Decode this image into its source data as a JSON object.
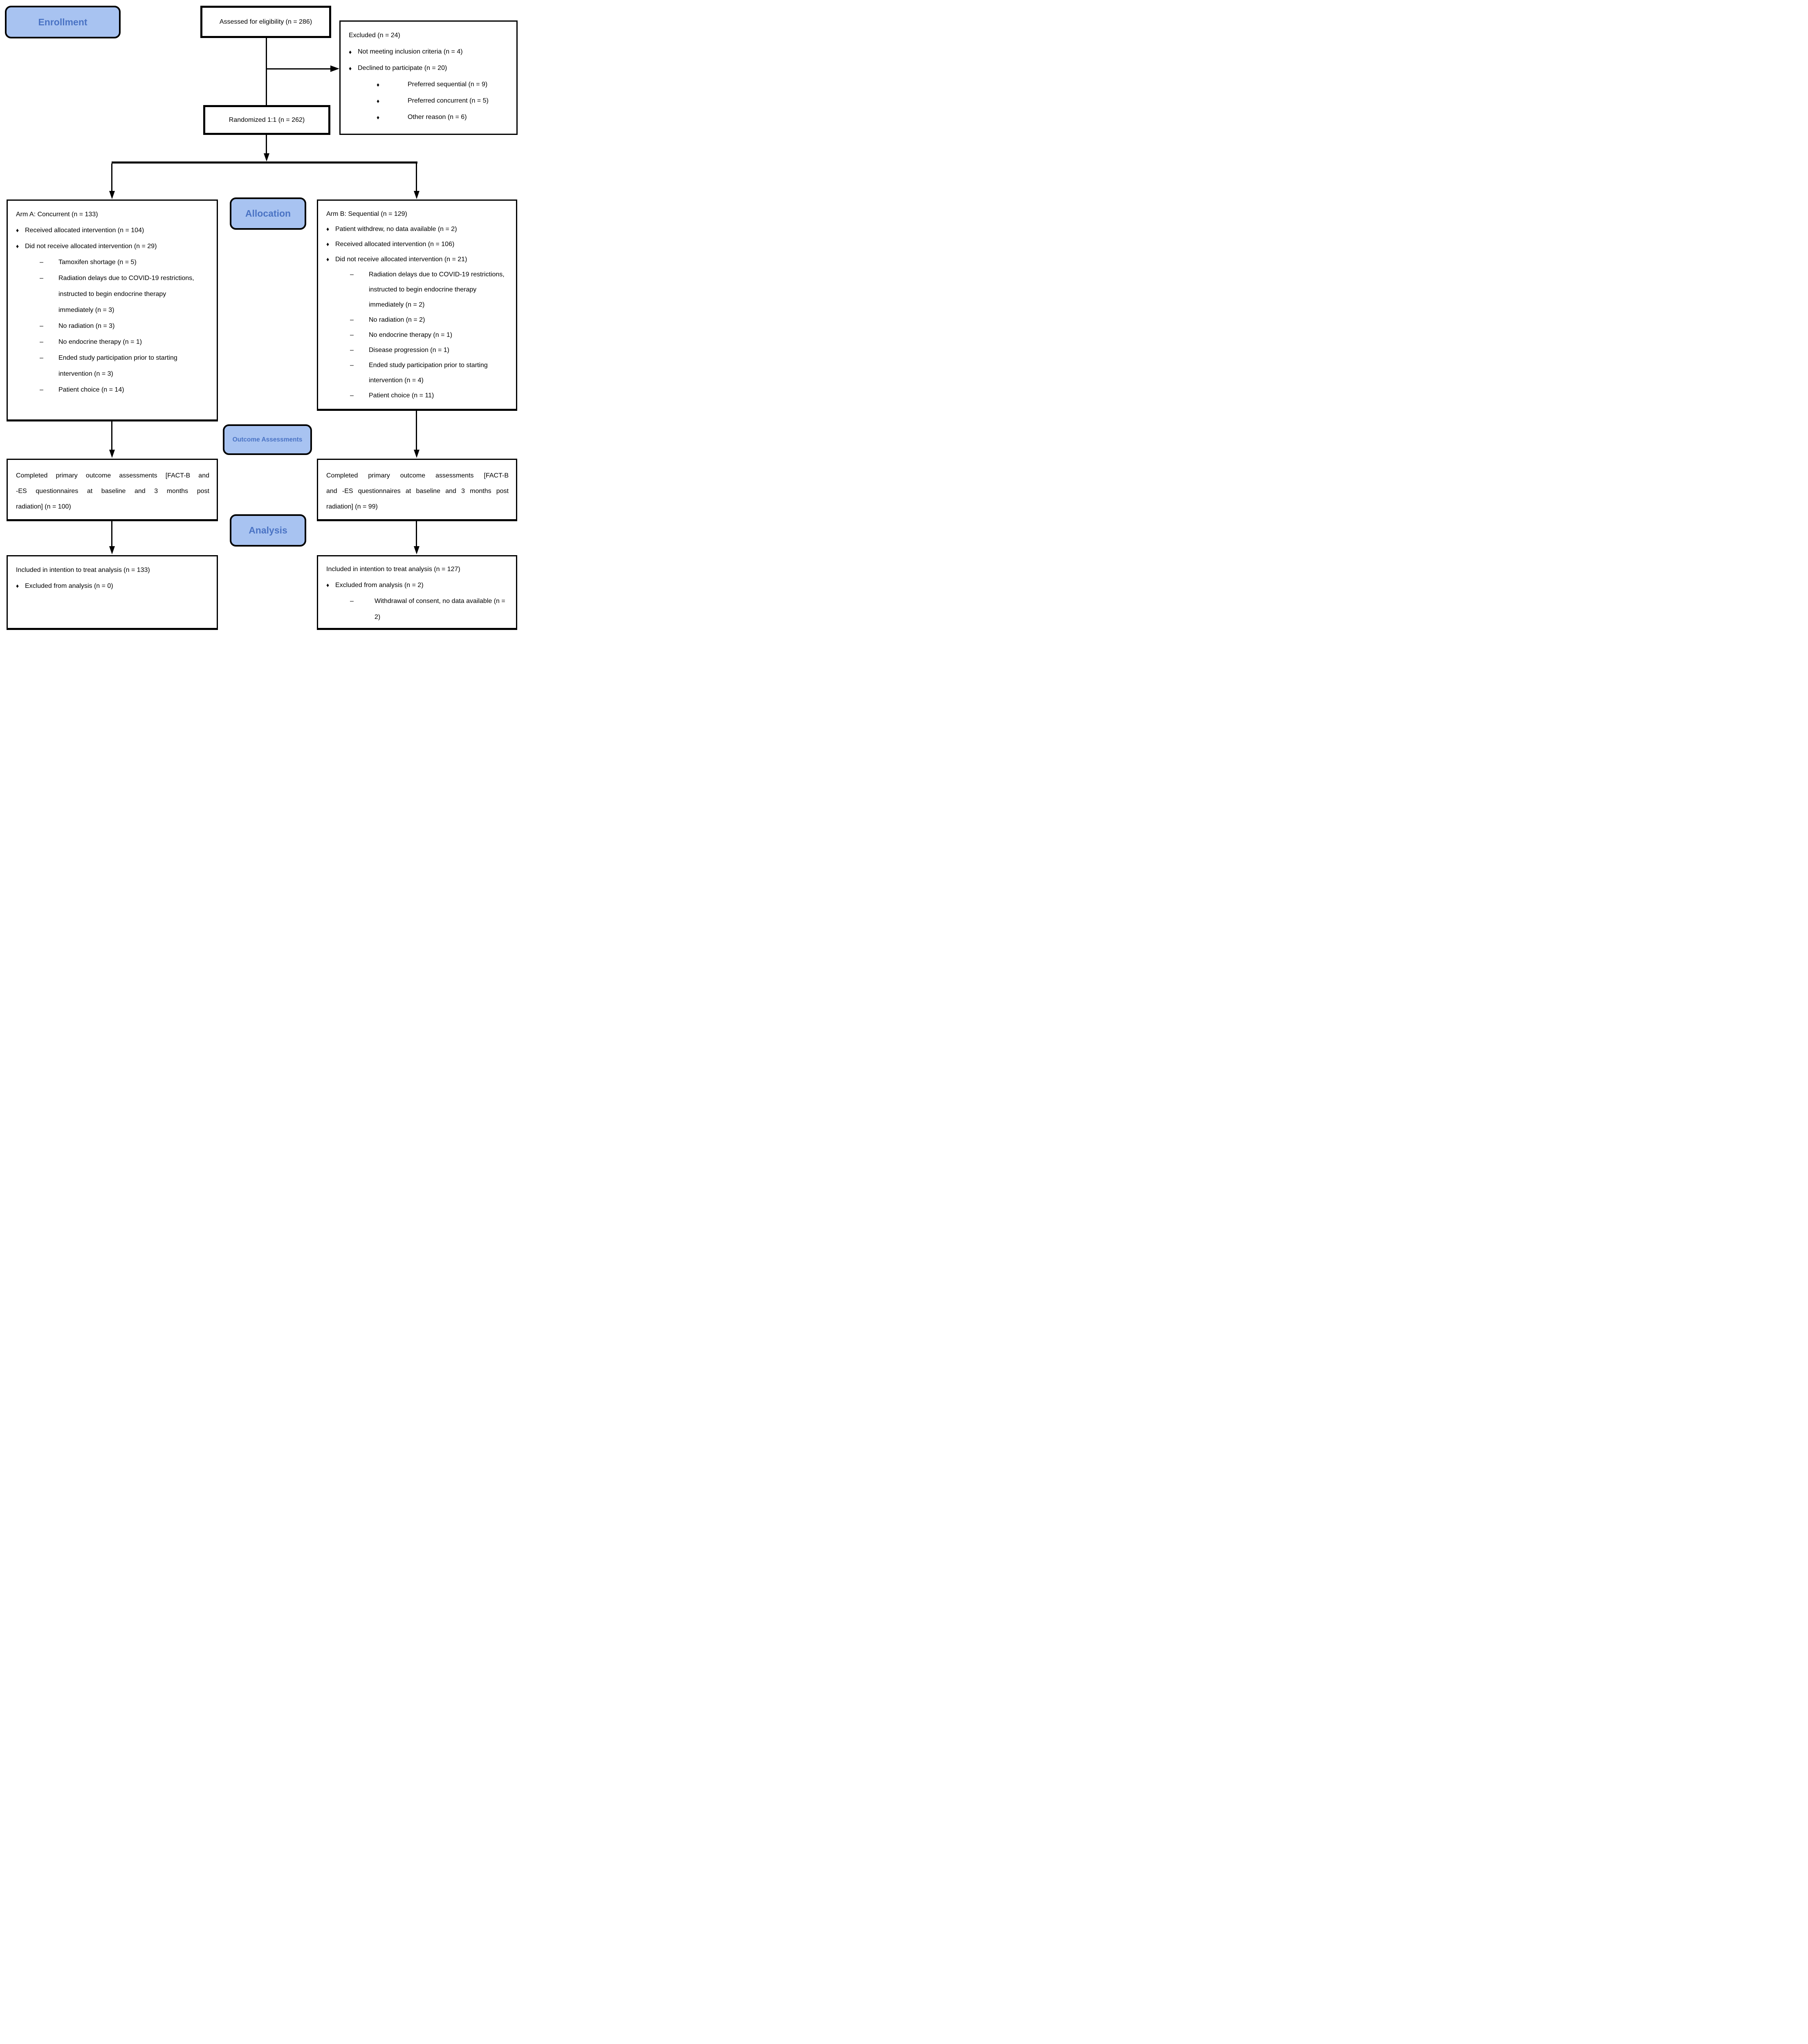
{
  "diagram": {
    "colors": {
      "stage_fill": "#a8c3f1",
      "stage_text": "#4a73c4",
      "box_fill": "#ffffff",
      "box_border": "#000000"
    },
    "stages": {
      "enrollment": "Enrollment",
      "allocation": "Allocation",
      "outcome_assessments": "Outcome Assessments",
      "analysis": "Analysis"
    },
    "assessed": {
      "text": "Assessed for eligibility (n = 286)"
    },
    "randomized": {
      "text": "Randomized 1:1 (n = 262)"
    },
    "excluded": {
      "title": "Excluded (n = 24)",
      "items": [
        {
          "level": 1,
          "bullet": "♦",
          "text": "Not meeting inclusion criteria (n = 4)"
        },
        {
          "level": 1,
          "bullet": "♦",
          "text": "Declined to participate (n = 20)"
        },
        {
          "level": 2,
          "bullet": "♦",
          "text": "Preferred sequential (n = 9)"
        },
        {
          "level": 2,
          "bullet": "♦",
          "text": "Preferred concurrent (n = 5)"
        },
        {
          "level": 2,
          "bullet": "♦",
          "text": "Other reason (n = 6)"
        }
      ]
    },
    "arm_a": {
      "title": "Arm A: Concurrent (n = 133)",
      "items": [
        {
          "level": 1,
          "bullet": "♦",
          "text": "Received allocated intervention (n = 104)"
        },
        {
          "level": 1,
          "bullet": "♦",
          "text": "Did not receive allocated intervention (n = 29)"
        },
        {
          "level": 2,
          "bullet": "–",
          "text": "Tamoxifen shortage (n = 5)"
        },
        {
          "level": 2,
          "bullet": "–",
          "text": "Radiation delays due to COVID-19 restrictions, instructed to begin endocrine therapy immediately (n = 3)"
        },
        {
          "level": 2,
          "bullet": "–",
          "text": "No radiation (n = 3)"
        },
        {
          "level": 2,
          "bullet": "–",
          "text": "No endocrine therapy (n = 1)"
        },
        {
          "level": 2,
          "bullet": "–",
          "text": "Ended study participation prior to starting intervention (n = 3)"
        },
        {
          "level": 2,
          "bullet": "–",
          "text": "Patient choice (n = 14)"
        }
      ]
    },
    "arm_b": {
      "title": "Arm B: Sequential (n = 129)",
      "items": [
        {
          "level": 1,
          "bullet": "♦",
          "text": "Patient withdrew, no data available (n = 2)"
        },
        {
          "level": 1,
          "bullet": "♦",
          "text": "Received allocated intervention (n = 106)"
        },
        {
          "level": 1,
          "bullet": "♦",
          "text": "Did not receive allocated intervention (n = 21)"
        },
        {
          "level": 2,
          "bullet": "–",
          "text": "Radiation delays due to COVID-19 restrictions, instructed to begin endocrine therapy immediately (n = 2)"
        },
        {
          "level": 2,
          "bullet": "–",
          "text": "No radiation (n = 2)"
        },
        {
          "level": 2,
          "bullet": "–",
          "text": "No endocrine therapy (n = 1)"
        },
        {
          "level": 2,
          "bullet": "–",
          "text": "Disease progression (n = 1)"
        },
        {
          "level": 2,
          "bullet": "–",
          "text": "Ended study participation prior to starting intervention (n = 4)"
        },
        {
          "level": 2,
          "bullet": "–",
          "text": "Patient choice (n = 11)"
        }
      ]
    },
    "outcome_a": {
      "lines": [
        "Completed primary outcome assessments [FACT-B and",
        "-ES questionnaires at baseline and 3 months post",
        "radiation] (n = 100)"
      ]
    },
    "outcome_b": {
      "lines": [
        "Completed primary outcome assessments [FACT-B",
        "and -ES questionnaires at baseline and 3 months post",
        "radiation] (n = 99)"
      ]
    },
    "analysis_a": {
      "title": "Included in intention to treat analysis (n = 133)",
      "items": [
        {
          "level": 1,
          "bullet": "♦",
          "text": "Excluded from analysis (n = 0)"
        }
      ]
    },
    "analysis_b": {
      "title": "Included in intention to treat analysis (n = 127)",
      "items": [
        {
          "level": 1,
          "bullet": "♦",
          "text": "Excluded from analysis (n = 2)"
        },
        {
          "level": 2,
          "bullet": "–",
          "text": "Withdrawal of consent, no data available (n = 2)"
        }
      ]
    }
  }
}
